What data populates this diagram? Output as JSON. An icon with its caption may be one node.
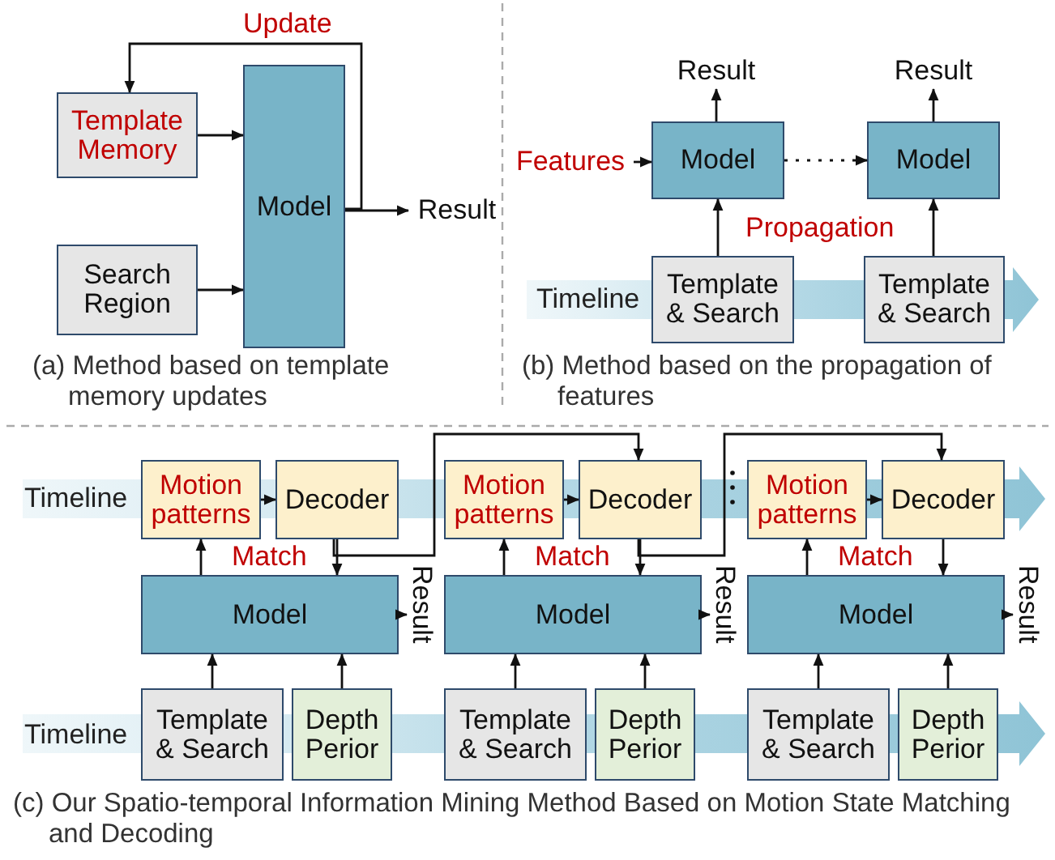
{
  "diagram": {
    "nodes": [
      {
        "text": [
          "Template Memory"
        ]
      },
      {
        "text": [
          "Search Region"
        ]
      },
      {
        "text": [
          "Model"
        ]
      },
      {
        "text": [
          "Result"
        ]
      },
      {
        "text": [
          "Features"
        ]
      },
      {
        "text": [
          "Model"
        ]
      },
      {
        "text": [
          "Model"
        ]
      },
      {
        "text": [
          "Result"
        ]
      },
      {
        "text": [
          "Result"
        ]
      },
      {
        "text": [
          "Template & Search"
        ]
      },
      {
        "text": [
          "Template & Search"
        ]
      },
      {
        "text": [
          "Motion patterns"
        ]
      },
      {
        "text": [
          "Decoder"
        ]
      },
      {
        "text": [
          "Model"
        ]
      },
      {
        "text": [
          "Result"
        ]
      },
      {
        "text": [
          "Template & Search"
        ]
      },
      {
        "text": [
          "Depth Perior"
        ]
      },
      {
        "text": [
          "Motion patterns"
        ]
      },
      {
        "text": [
          "Decoder"
        ]
      },
      {
        "text": [
          "Model"
        ]
      },
      {
        "text": [
          "Result"
        ]
      },
      {
        "text": [
          "Template & Search"
        ]
      },
      {
        "text": [
          "Depth Perior"
        ]
      },
      {
        "text": [
          "Motion patterns"
        ]
      },
      {
        "text": [
          "Decoder"
        ]
      },
      {
        "text": [
          "Model"
        ]
      },
      {
        "text": [
          "Result"
        ]
      },
      {
        "text": [
          "Template & Search"
        ]
      },
      {
        "text": [
          "Depth Perior"
        ]
      }
    ],
    "edges": [
      {
        "from": 0,
        "to": 2,
        "arrow": "to"
      },
      {
        "from": 1,
        "to": 2,
        "arrow": "to"
      },
      {
        "from": 2,
        "to": 3,
        "arrow": "to"
      },
      {
        "from": 2,
        "to": 0,
        "arrow": "to",
        "label": "Update"
      },
      {
        "from": 4,
        "to": 5,
        "arrow": "to"
      },
      {
        "from": 5,
        "to": 7,
        "arrow": "to"
      },
      {
        "from": 6,
        "to": 8,
        "arrow": "to"
      },
      {
        "from": 9,
        "to": 5,
        "arrow": "to"
      },
      {
        "from": 10,
        "to": 6,
        "arrow": "to"
      },
      {
        "from": 5,
        "to": 6,
        "arrow": "to",
        "style": "dashed"
      },
      {
        "from": 13,
        "to": 11,
        "arrow": "to"
      },
      {
        "from": 11,
        "to": 12,
        "arrow": "to"
      },
      {
        "from": 12,
        "to": 13,
        "arrow": "to"
      },
      {
        "from": 13,
        "to": 14,
        "arrow": "to"
      },
      {
        "from": 15,
        "to": 13,
        "arrow": "to"
      },
      {
        "from": 16,
        "to": 13,
        "arrow": "to"
      },
      {
        "from": 19,
        "to": 17,
        "arrow": "to"
      },
      {
        "from": 17,
        "to": 18,
        "arrow": "to"
      },
      {
        "from": 18,
        "to": 19,
        "arrow": "to"
      },
      {
        "from": 19,
        "to": 20,
        "arrow": "to"
      },
      {
        "from": 21,
        "to": 19,
        "arrow": "to"
      },
      {
        "from": 22,
        "to": 19,
        "arrow": "to"
      },
      {
        "from": 25,
        "to": 23,
        "arrow": "to"
      },
      {
        "from": 23,
        "to": 24,
        "arrow": "to"
      },
      {
        "from": 24,
        "to": 25,
        "arrow": "to"
      },
      {
        "from": 25,
        "to": 26,
        "arrow": "to"
      },
      {
        "from": 27,
        "to": 25,
        "arrow": "to"
      },
      {
        "from": 28,
        "to": 25,
        "arrow": "to"
      },
      {
        "from": 12,
        "to": 18,
        "arrow": "to"
      },
      {
        "from": 18,
        "to": 24,
        "arrow": "to"
      }
    ],
    "labels": [
      "Propagation",
      "Timeline",
      "(a) Method based on template memory updates",
      "(b) Method based on the propagation of features",
      "Timeline",
      "Match",
      "Match",
      "Match",
      "Timeline",
      "(c) Our Spatio-temporal Information Mining Method Based on Motion State Matching and Decoding"
    ]
  }
}
